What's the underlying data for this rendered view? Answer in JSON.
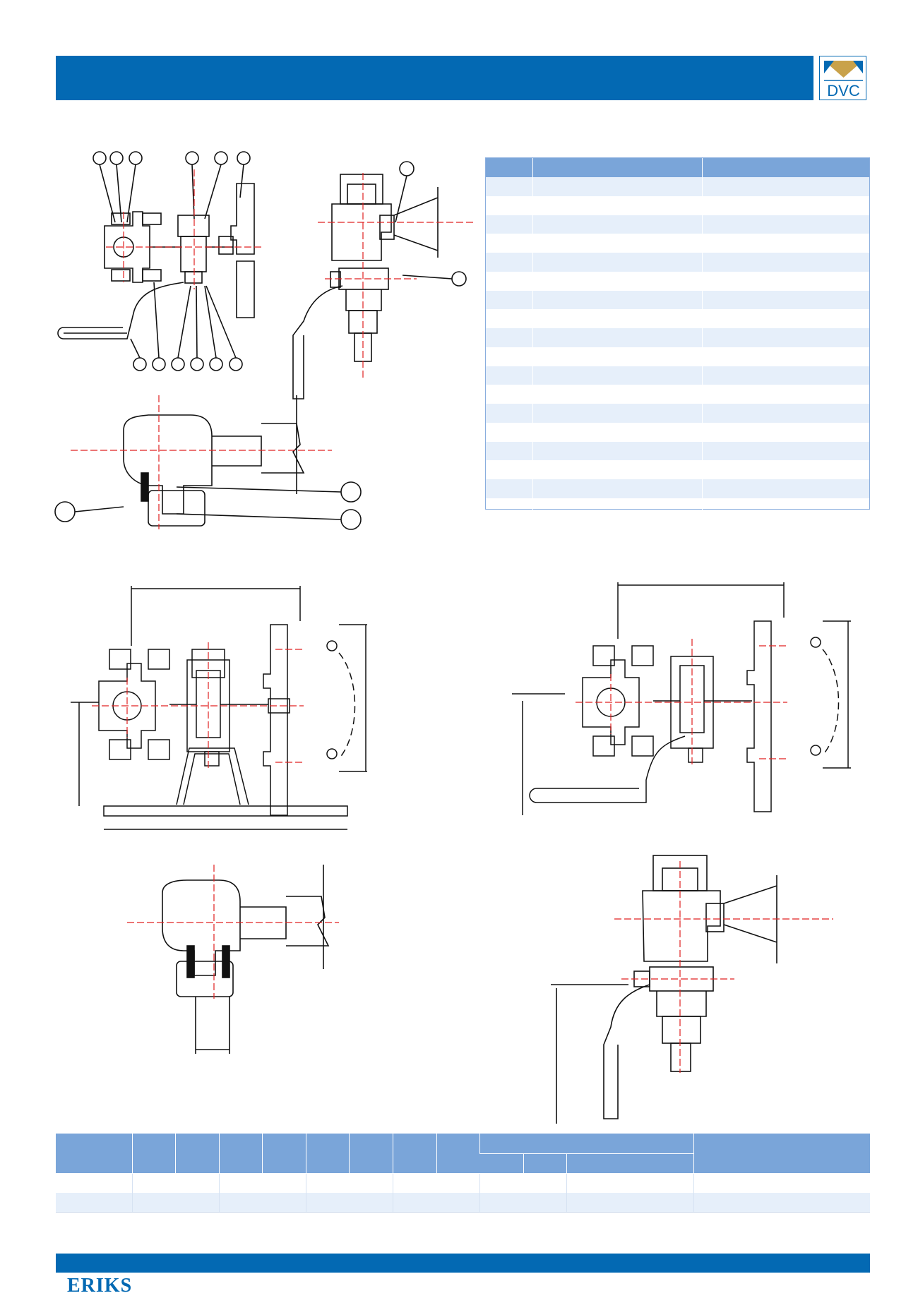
{
  "header": {
    "title": "",
    "logo_text": "DVC"
  },
  "brand": {
    "name": "ERIKS"
  },
  "colors": {
    "header_blue": "#0369b3",
    "table_header": "#7aa5d9",
    "table_alt_row": "#e6effa",
    "centerline_red": "#e02020"
  },
  "parts_table": {
    "columns": [
      "",
      "",
      ""
    ],
    "rows": [
      [
        "",
        "",
        ""
      ],
      [
        "",
        "",
        ""
      ],
      [
        "",
        "",
        ""
      ],
      [
        "",
        "",
        ""
      ],
      [
        "",
        "",
        ""
      ],
      [
        "",
        "",
        ""
      ],
      [
        "",
        "",
        ""
      ],
      [
        "",
        "",
        ""
      ],
      [
        "",
        "",
        ""
      ],
      [
        "",
        "",
        ""
      ],
      [
        "",
        "",
        ""
      ],
      [
        "",
        "",
        ""
      ],
      [
        "",
        "",
        ""
      ],
      [
        "",
        "",
        ""
      ],
      [
        "",
        "",
        ""
      ],
      [
        "",
        "",
        ""
      ],
      [
        "",
        "",
        ""
      ],
      [
        "",
        "",
        ""
      ]
    ]
  },
  "dimensions_table": {
    "row_count": 2
  },
  "drawings": {
    "callout_bubbles": [
      "",
      "",
      "",
      "",
      "",
      "",
      "",
      "",
      "",
      "",
      "",
      "",
      "",
      "",
      "",
      "",
      ""
    ]
  }
}
